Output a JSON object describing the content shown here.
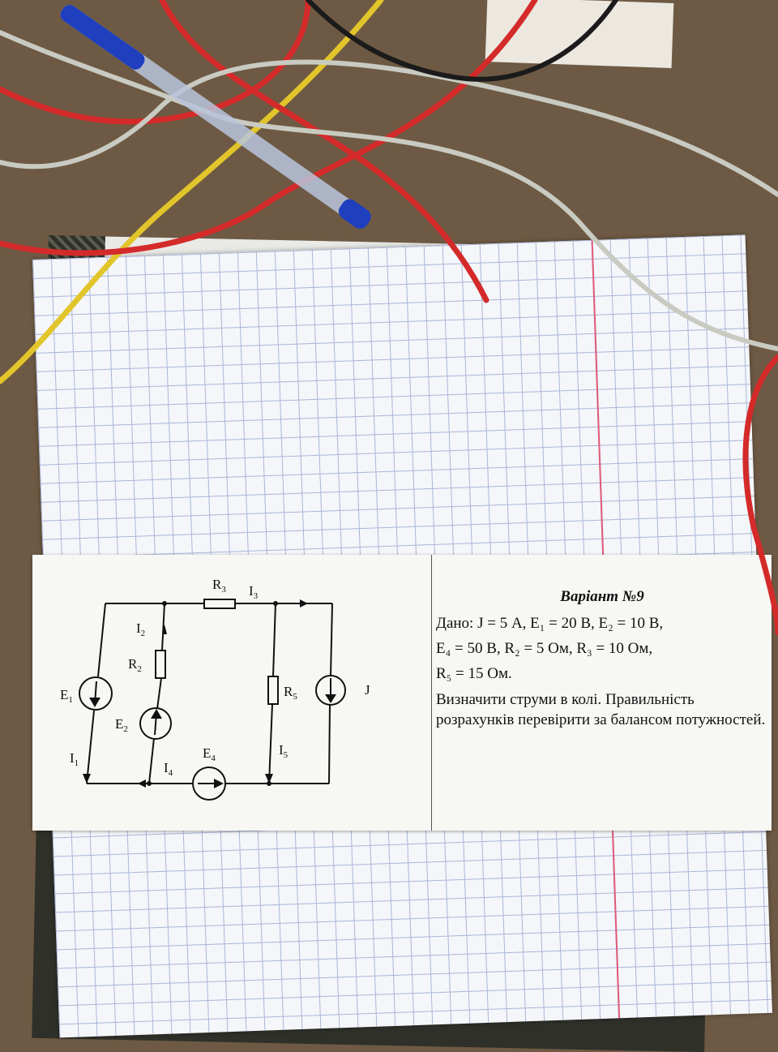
{
  "task": {
    "title": "Варіант №9",
    "given_label": "Дано:",
    "line1": "J = 5 А, E₁ = 20 В, E₂ = 10 В,",
    "line2": "E₄ = 50 В, R₂ = 5 Ом, R₃ = 10 Ом,",
    "line3": "R₅ = 15 Ом.",
    "instructions": "Визначити струми в колі. Правильність розрахунків перевірити за балансом потужностей."
  },
  "circuit": {
    "labels": {
      "R3": "R",
      "R3_sub": "3",
      "I3": "I",
      "I3_sub": "3",
      "I2": "I",
      "I2_sub": "2",
      "R2": "R",
      "R2_sub": "2",
      "E1": "E",
      "E1_sub": "1",
      "R5": "R",
      "R5_sub": "5",
      "J": "J",
      "E2": "E",
      "E2_sub": "2",
      "I1": "I",
      "I1_sub": "1",
      "E4": "E",
      "E4_sub": "4",
      "I5": "I",
      "I5_sub": "5",
      "I4": "I",
      "I4_sub": "4"
    }
  },
  "colors": {
    "table": "#6e5a44",
    "paper": "#f4f6fa",
    "grid": "#a9b6d6",
    "margin": "#e05a7a",
    "card": "#f7f7f4",
    "pen_blue": "#1f3fbf",
    "wire_red": "#d42a2a",
    "wire_yellow": "#e2c52a",
    "wire_grey": "#c9cbc2"
  }
}
